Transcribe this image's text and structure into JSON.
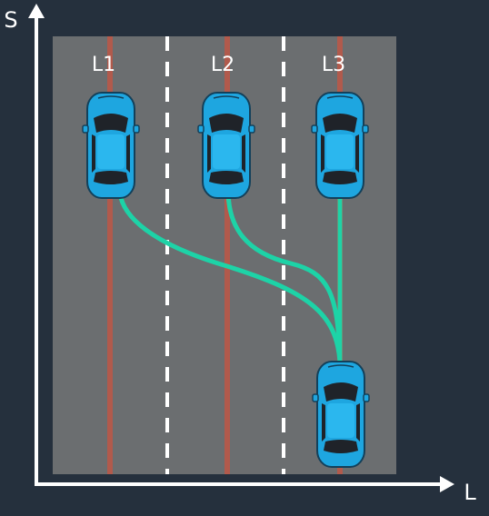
{
  "axes": {
    "y_label": "S",
    "x_label": "L"
  },
  "lanes": [
    {
      "label": "L1"
    },
    {
      "label": "L2"
    },
    {
      "label": "L3"
    }
  ],
  "colors": {
    "background": "#25303d",
    "road": "#6b6e70",
    "lane_center": "#b15a4c",
    "lane_divider": "#ffffff",
    "trajectory": "#1dd3a7",
    "car_body": "#1ea6e0",
    "car_window": "#1f2329",
    "axis": "#ffffff"
  },
  "cars": [
    {
      "role": "target-lane-1",
      "icon": "car-icon"
    },
    {
      "role": "target-lane-2",
      "icon": "car-icon"
    },
    {
      "role": "target-lane-3",
      "icon": "car-icon"
    },
    {
      "role": "ego-vehicle",
      "icon": "car-icon"
    }
  ],
  "trajectories": [
    {
      "to": "L1"
    },
    {
      "to": "L2"
    },
    {
      "to": "L3"
    }
  ]
}
